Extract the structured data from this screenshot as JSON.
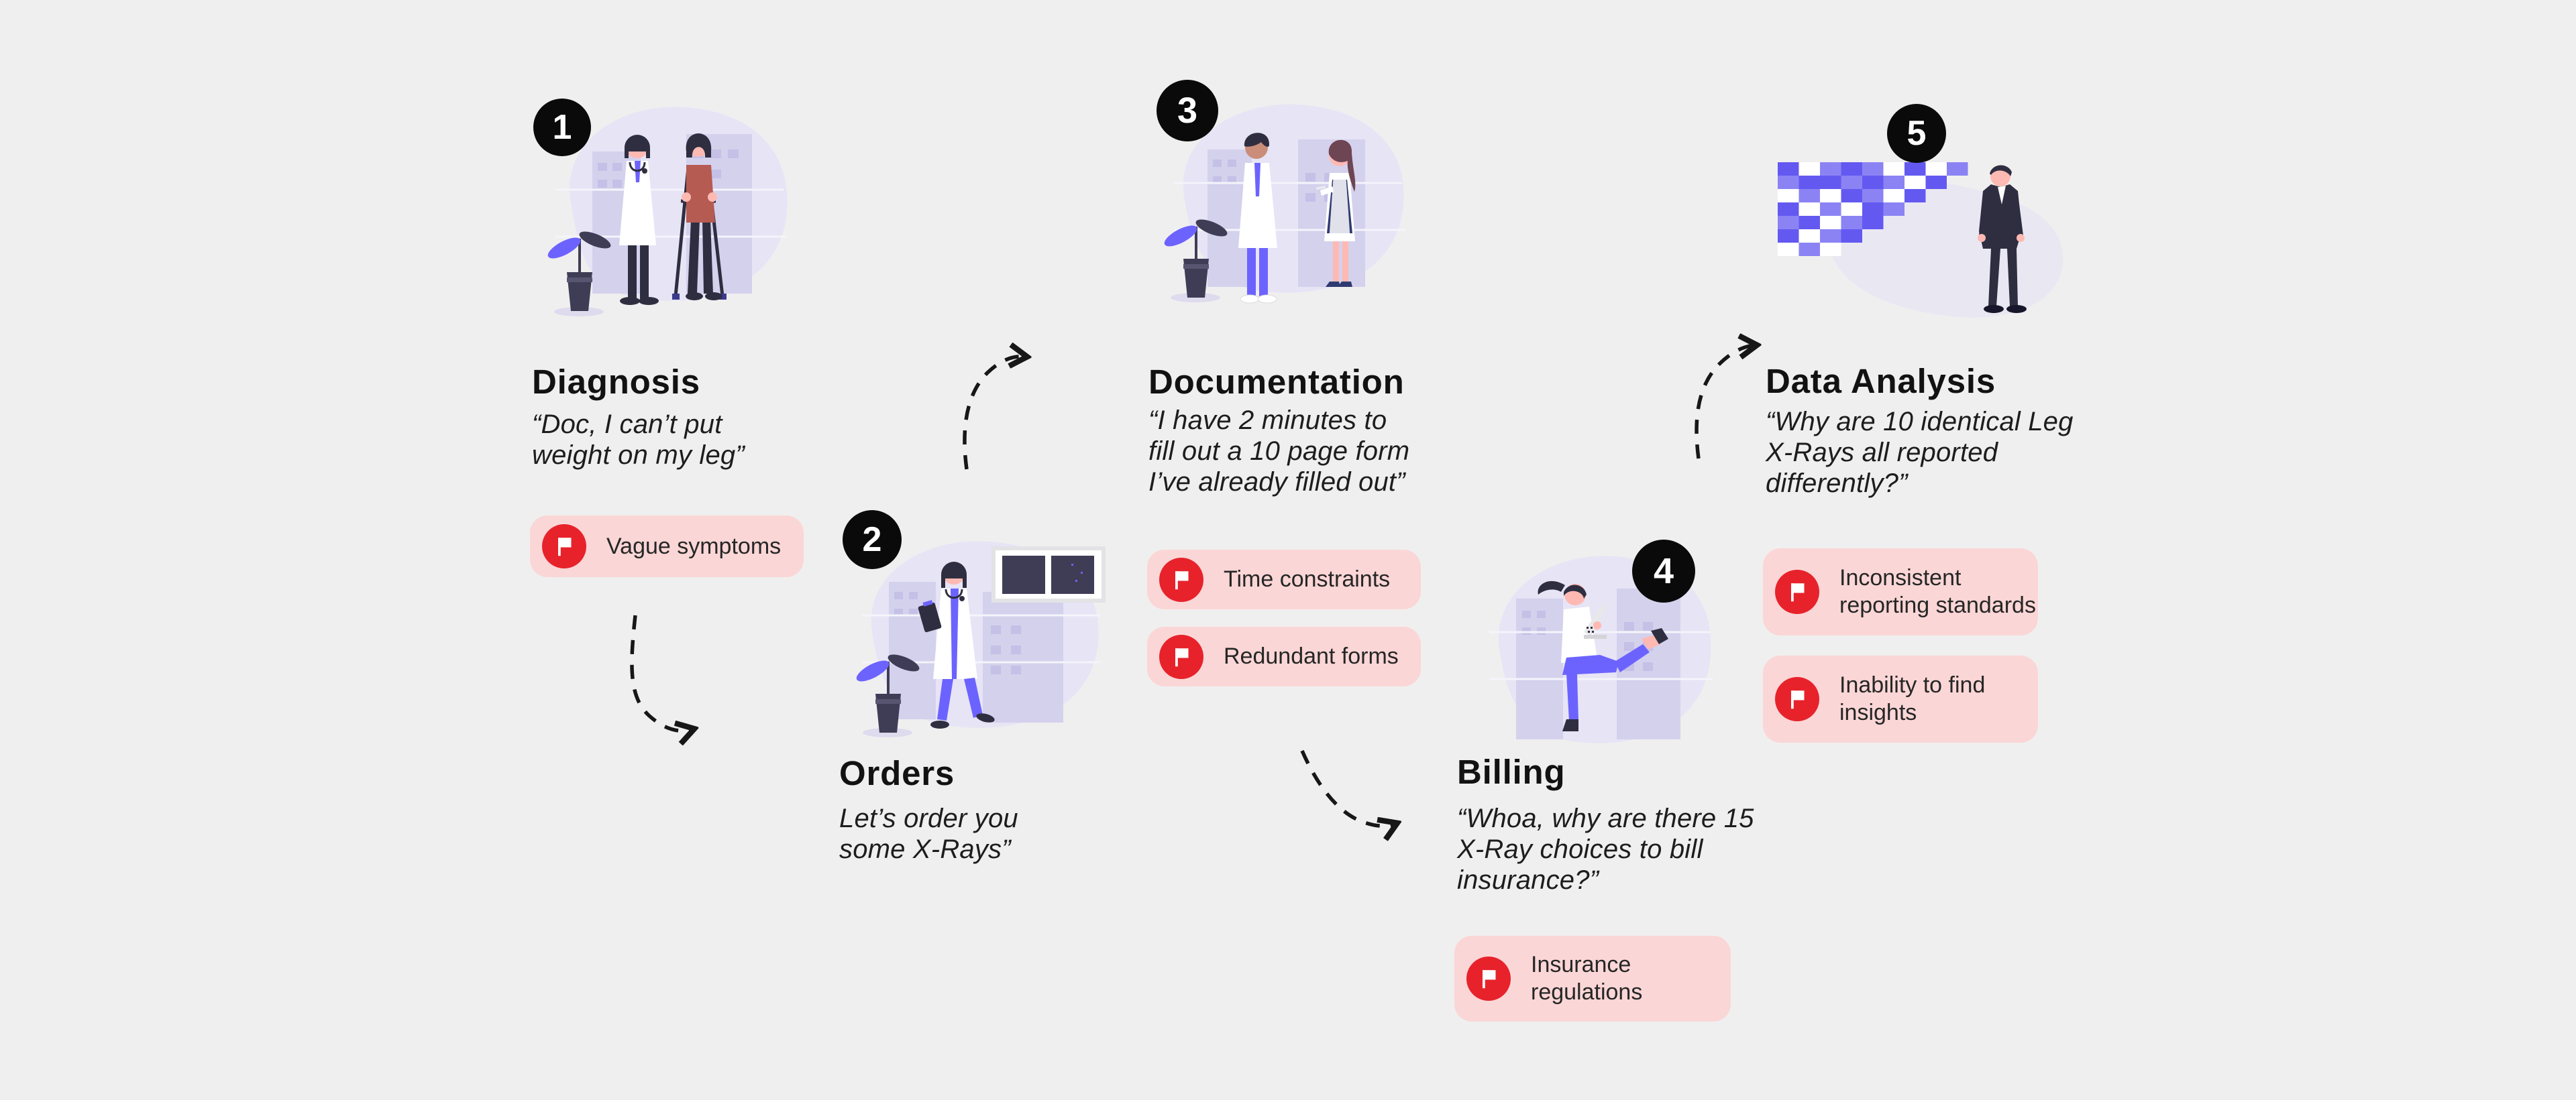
{
  "page": {
    "background": "#f0efef",
    "description": "Five-step healthcare workflow infographic with pain-point flags"
  },
  "colors": {
    "badge_bg": "#0a0a0a",
    "badge_text": "#ffffff",
    "chip_bg": "#fbd6d6",
    "flag_red": "#e7222b",
    "text": "#161616",
    "illustration_purple": "#6c63ff",
    "illustration_dark": "#2f2e41",
    "blob_lavender": "#e6e4f5"
  },
  "icons": {
    "flag": "flag-icon",
    "arrow": "dashed-curved-arrow"
  },
  "steps": [
    {
      "number": "1",
      "title": "Diagnosis",
      "quote": [
        "“Doc, I can’t put",
        "weight on my leg”"
      ],
      "flags": [
        {
          "label": [
            "Vague symptoms"
          ]
        }
      ],
      "illustration": "doctor-with-patient-on-crutches"
    },
    {
      "number": "2",
      "title": "Orders",
      "quote": [
        "Let’s order you",
        "some X-Rays”"
      ],
      "flags": [],
      "illustration": "doctor-with-clipboard-and-xray-panels"
    },
    {
      "number": "3",
      "title": "Documentation",
      "quote": [
        "“I have 2 minutes to",
        "fill out a 10 page form",
        "I’ve already filled out”"
      ],
      "flags": [
        {
          "label": [
            "Time constraints"
          ]
        },
        {
          "label": [
            "Redundant forms"
          ]
        }
      ],
      "illustration": "two-doctors-talking"
    },
    {
      "number": "4",
      "title": "Billing",
      "quote": [
        "“Whoa, why are there 15",
        "X-Ray choices to bill",
        "insurance?”"
      ],
      "flags": [
        {
          "label": [
            "Insurance",
            "regulations"
          ]
        }
      ],
      "illustration": "woman-sitting-with-laptop"
    },
    {
      "number": "5",
      "title": "Data Analysis",
      "quote": [
        "“Why are 10 identical Leg",
        "X-Rays all reported",
        "differently?”"
      ],
      "flags": [
        {
          "label": [
            "Inconsistent",
            "reporting standards"
          ]
        },
        {
          "label": [
            "Inability to find",
            "insights"
          ]
        }
      ],
      "illustration": "man-in-suit-with-data-grid"
    }
  ]
}
